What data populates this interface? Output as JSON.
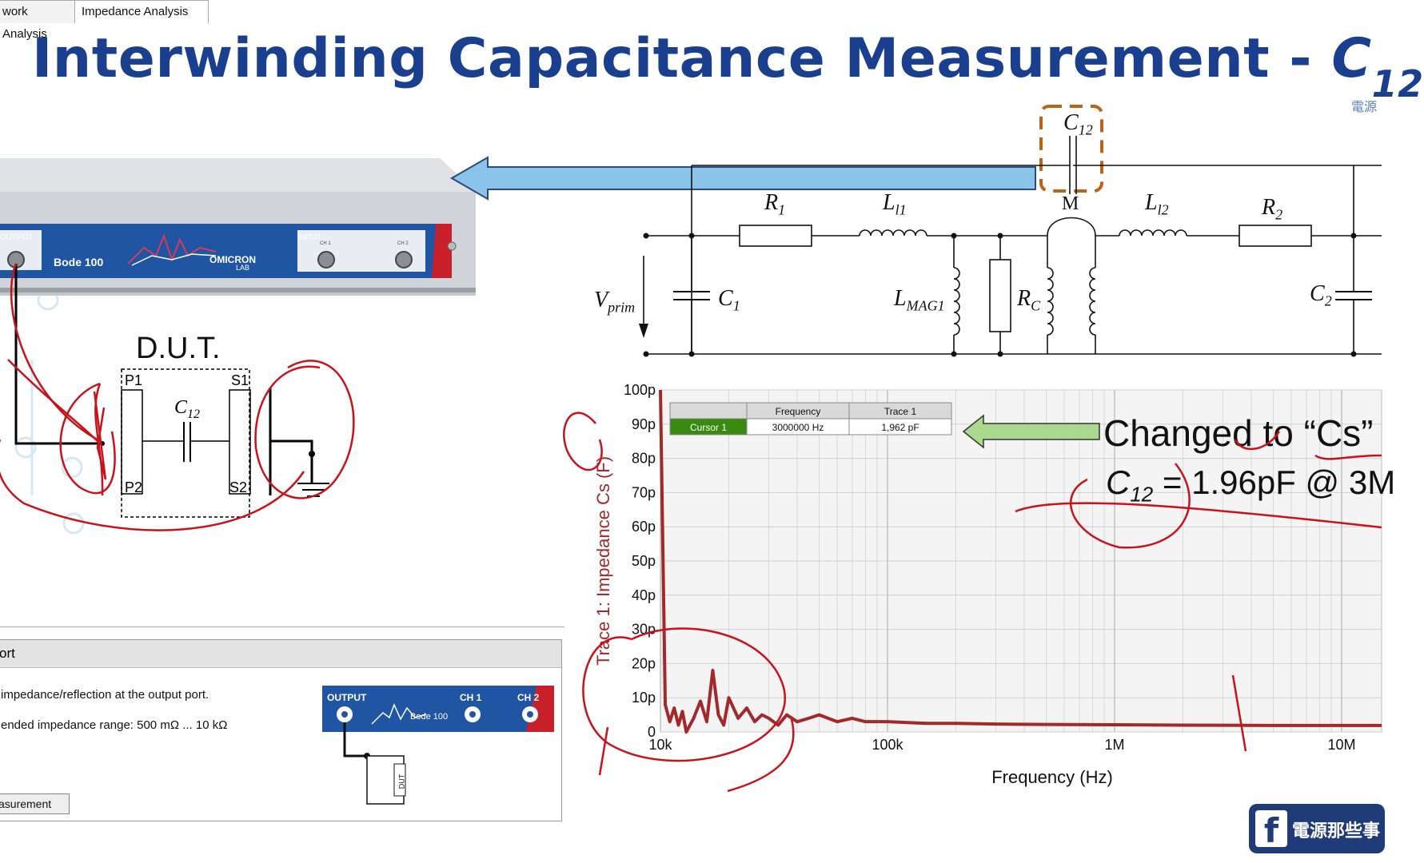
{
  "slide": {
    "title_main": "Interwinding Capacitance Measurement - ",
    "title_c": "C",
    "title_sub": "12",
    "watermark": "電源"
  },
  "device": {
    "output_label": "OUTPUT",
    "model": "Bode 100",
    "brand": "OMICRON",
    "brand_sub": "LAB",
    "input_label": "INPUT",
    "ch1": "CH 1",
    "ch2": "CH 2"
  },
  "dut": {
    "label": "D.U.T.",
    "p1": "P1",
    "p2": "P2",
    "s1": "S1",
    "s2": "S2",
    "cap_c": "C",
    "cap_sub": "12"
  },
  "circuit": {
    "c12_c": "C",
    "c12_sub": "12",
    "r1": "R",
    "r1_sub": "1",
    "ll1": "L",
    "ll1_sub": "l1",
    "m": "M",
    "ll2": "L",
    "ll2_sub": "l2",
    "r2": "R",
    "r2_sub": "2",
    "vprim": "V",
    "vprim_sub": "prim",
    "c1": "C",
    "c1_sub": "1",
    "lmag": "L",
    "lmag_sub": "MAG1",
    "rc": "R",
    "rc_sub": "C",
    "c2": "C",
    "c2_sub": "2"
  },
  "software": {
    "tab1": "work Analysis",
    "tab2": "Impedance Analysis",
    "panel_header": "ort",
    "line1": "impedance/reflection at the output port.",
    "line2": "ended impedance range: 500 mΩ ... 10 kΩ",
    "start_button": "asurement",
    "mini_output": "OUTPUT",
    "mini_ch1": "CH 1",
    "mini_ch2": "CH 2",
    "mini_model": "Bode 100",
    "mini_dut": "DUT"
  },
  "cursor_table": {
    "headers": [
      "",
      "Frequency",
      "Trace 1"
    ],
    "row": [
      "Cursor 1",
      "3000000 Hz",
      "1,962 pF"
    ]
  },
  "annotation": {
    "changed_to": "Changed to “Cs”",
    "c12_value_c": "C",
    "c12_value_sub": "12",
    "c12_value": " = 1.96pF @ 3M"
  },
  "chart_data": {
    "type": "line",
    "ylabel": "Trace 1: Impedance Cs (F)",
    "xlabel": "Frequency (Hz)",
    "x_scale": "log",
    "xlim": [
      10000,
      15000000
    ],
    "ylim": [
      0,
      100
    ],
    "y_unit": "pF",
    "y_ticks": [
      "0",
      "10p",
      "20p",
      "30p",
      "40p",
      "50p",
      "60p",
      "70p",
      "80p",
      "90p",
      "100p"
    ],
    "x_ticks": [
      {
        "value": 10000,
        "label": "10k"
      },
      {
        "value": 100000,
        "label": "100k"
      },
      {
        "value": 1000000,
        "label": "1M"
      },
      {
        "value": 10000000,
        "label": "10M"
      }
    ],
    "grid": true,
    "series": [
      {
        "color": "#a3282a",
        "x": [
          10000,
          10500,
          11000,
          11500,
          12000,
          12500,
          13000,
          14000,
          15000,
          16000,
          17000,
          18000,
          19000,
          20000,
          22000,
          24000,
          26000,
          28000,
          30000,
          33000,
          36000,
          40000,
          45000,
          50000,
          60000,
          70000,
          80000,
          100000,
          150000,
          200000,
          300000,
          500000,
          1000000,
          2000000,
          3000000,
          5000000,
          10000000,
          15000000
        ],
        "y": [
          100,
          8,
          3,
          7,
          2,
          6,
          0,
          4,
          9,
          3,
          18,
          5,
          2,
          10,
          4,
          7,
          3,
          5,
          4,
          2,
          5,
          3,
          4,
          5,
          3,
          4,
          3,
          3,
          2.5,
          2.5,
          2.3,
          2.2,
          2.1,
          2.0,
          1.96,
          1.9,
          1.9,
          1.9
        ]
      }
    ]
  },
  "facebook": {
    "icon": "f",
    "text": "電源那些事"
  }
}
